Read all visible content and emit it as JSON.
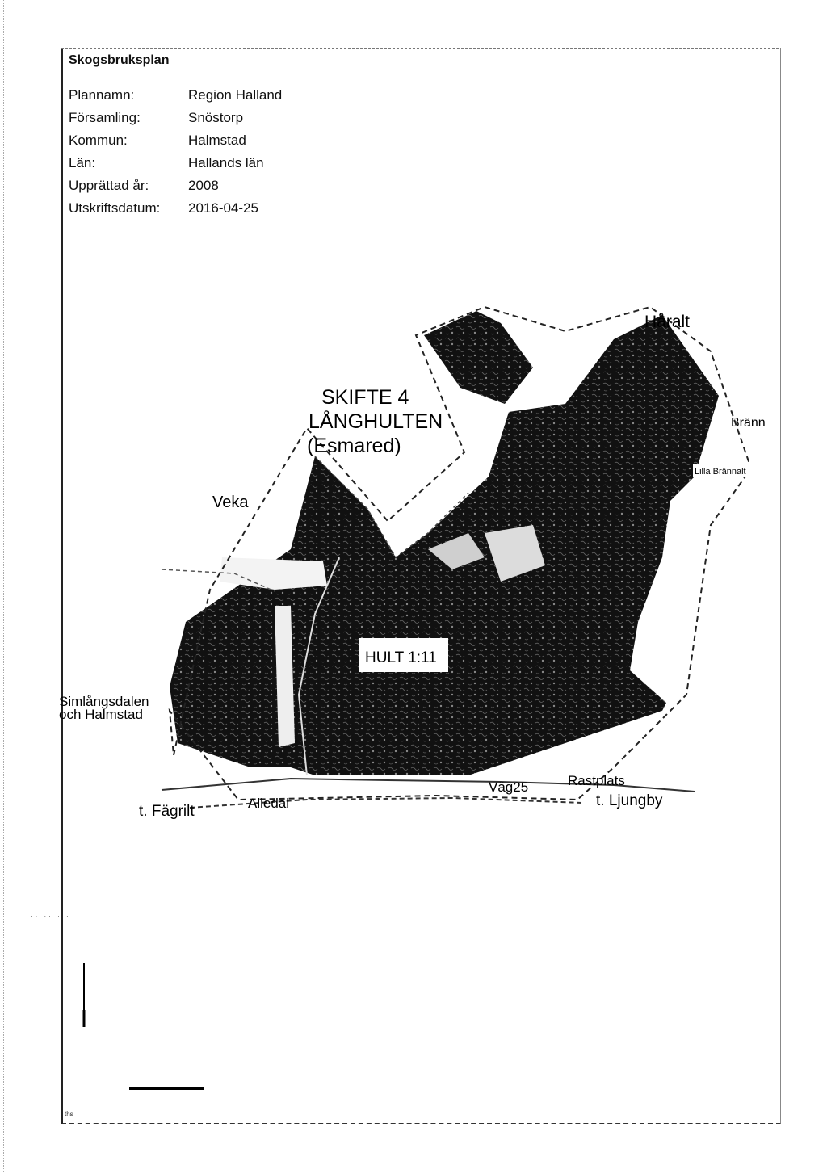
{
  "header": {
    "title": "Skogsbruksplan",
    "rows": [
      {
        "label": "Plannamn:",
        "value": "Region Halland"
      },
      {
        "label": "Församling:",
        "value": "Snöstorp"
      },
      {
        "label": "Kommun:",
        "value": "Halmstad"
      },
      {
        "label": "Län:",
        "value": "Hallands län"
      },
      {
        "label": "Upprättad år:",
        "value": "2008"
      },
      {
        "label": "Utskriftsdatum:",
        "value": "2016-04-25"
      }
    ]
  },
  "map": {
    "title_line1": "SKIFTE 4",
    "title_line2": "LÅNGHULTEN",
    "title_line3": "(Esmared)",
    "box_label": "HULT 1:11",
    "labels": {
      "haralt": "Håralt",
      "brann": "Bränn",
      "lilla_brannalt": "Lilla Brännalt",
      "veka": "Veka",
      "simlangsdalen_1": "Simlångsdalen",
      "simlangsdalen_2": "och Halmstad",
      "t_fagrilt": "t. Fägrilt",
      "alledal": "Alledal",
      "vag25": "Väg25",
      "rastplats": "Rastplats",
      "t_ljungby": "t. Ljungby"
    }
  },
  "footer": {
    "ths": "ths"
  },
  "colors": {
    "forest": "#0d0d0d",
    "boundary": "#222222"
  }
}
